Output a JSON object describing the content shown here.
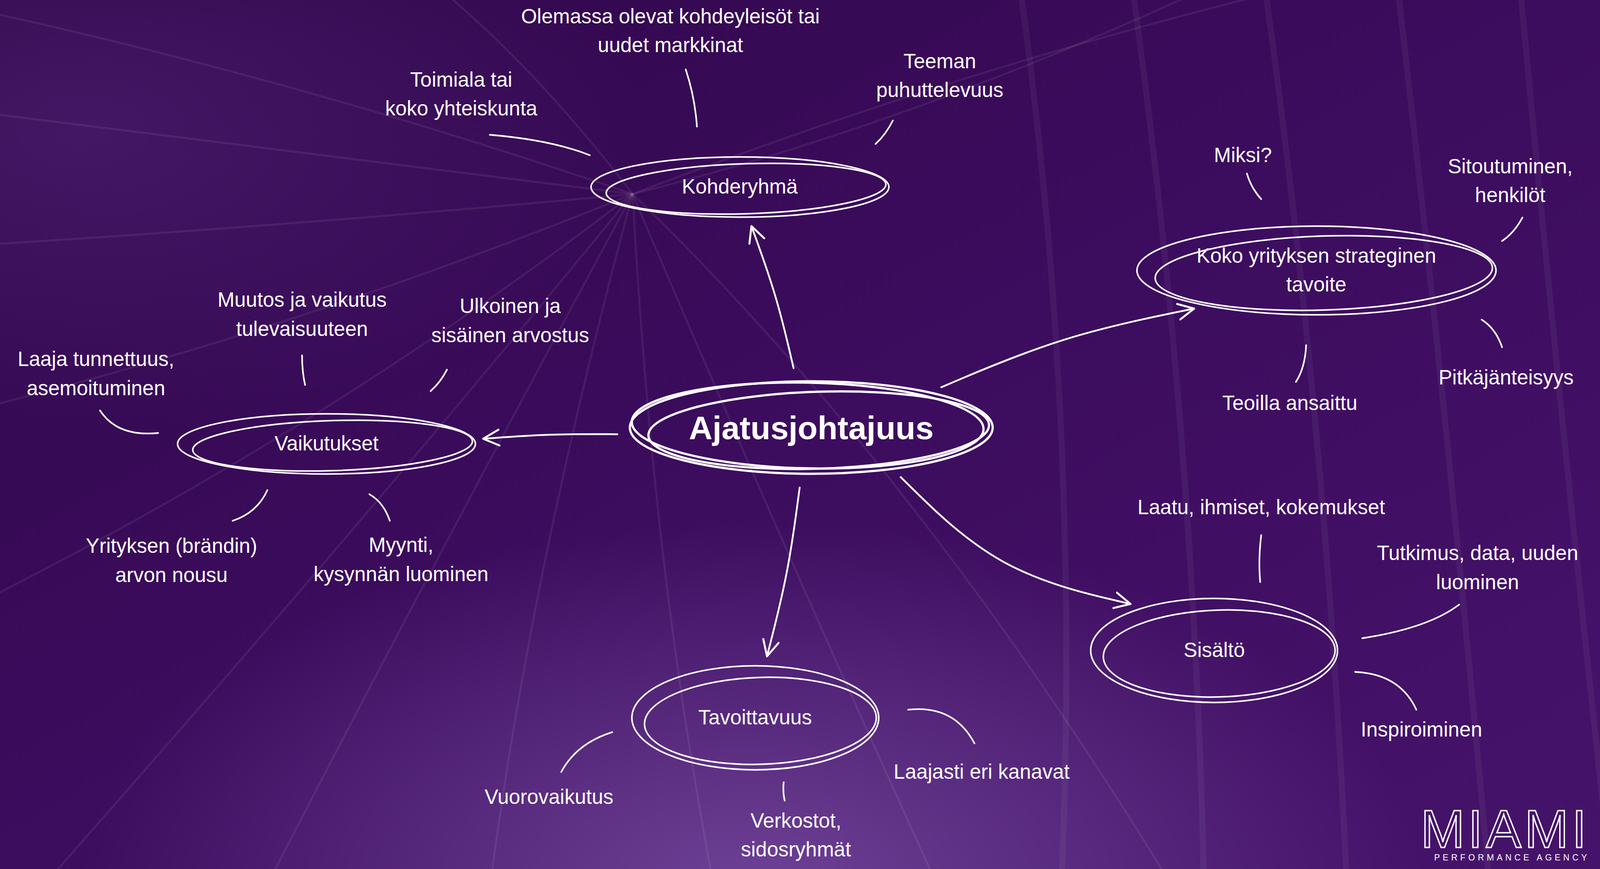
{
  "diagram": {
    "nodes": [
      {
        "text": [
          "Kohderyhmä"
        ]
      },
      {
        "text": [
          "Koko yrityksen strateginen tavoite"
        ]
      },
      {
        "text": [
          "Ajatusjohtajuus"
        ]
      },
      {
        "text": [
          "Vaikutukset"
        ]
      },
      {
        "text": [
          "Sisältö"
        ]
      },
      {
        "text": [
          "Tavoittavuus"
        ]
      }
    ],
    "edges": [
      {
        "from": 2,
        "to": 0,
        "arrow": "to"
      },
      {
        "from": 2,
        "to": 1,
        "arrow": "to"
      },
      {
        "from": 2,
        "to": 3,
        "arrow": "to"
      },
      {
        "from": 2,
        "to": 4,
        "arrow": "to"
      },
      {
        "from": 2,
        "to": 5,
        "arrow": "to"
      }
    ],
    "labels": [
      "Olemassa olevat kohdeyleisöt tai uudet markkinat",
      "Toimiala tai koko yhteiskunta",
      "Teeman puhuttelevuus",
      "Miksi?",
      "Sitoutuminen, henkilöt",
      "Muutos ja vaikutus tulevaisuuteen",
      "Ulkoinen ja sisäinen arvostus",
      "Laaja tunnettuus, asemoituminen",
      "Pitkäjänteisyys",
      "Teoilla ansaittu",
      "Yrityksen (brändin) arvon nousu",
      "Myynti, kysynnän luominen",
      "Laatu, ihmiset, kokemukset",
      "Tutkimus, data, uuden luominen",
      "Inspiroiminen",
      "Laajasti eri kanavat",
      "Vuorovaikutus",
      "Verkostot, sidosryhmät",
      "MIAMI",
      "PERFORMANCE AGENCY"
    ]
  }
}
